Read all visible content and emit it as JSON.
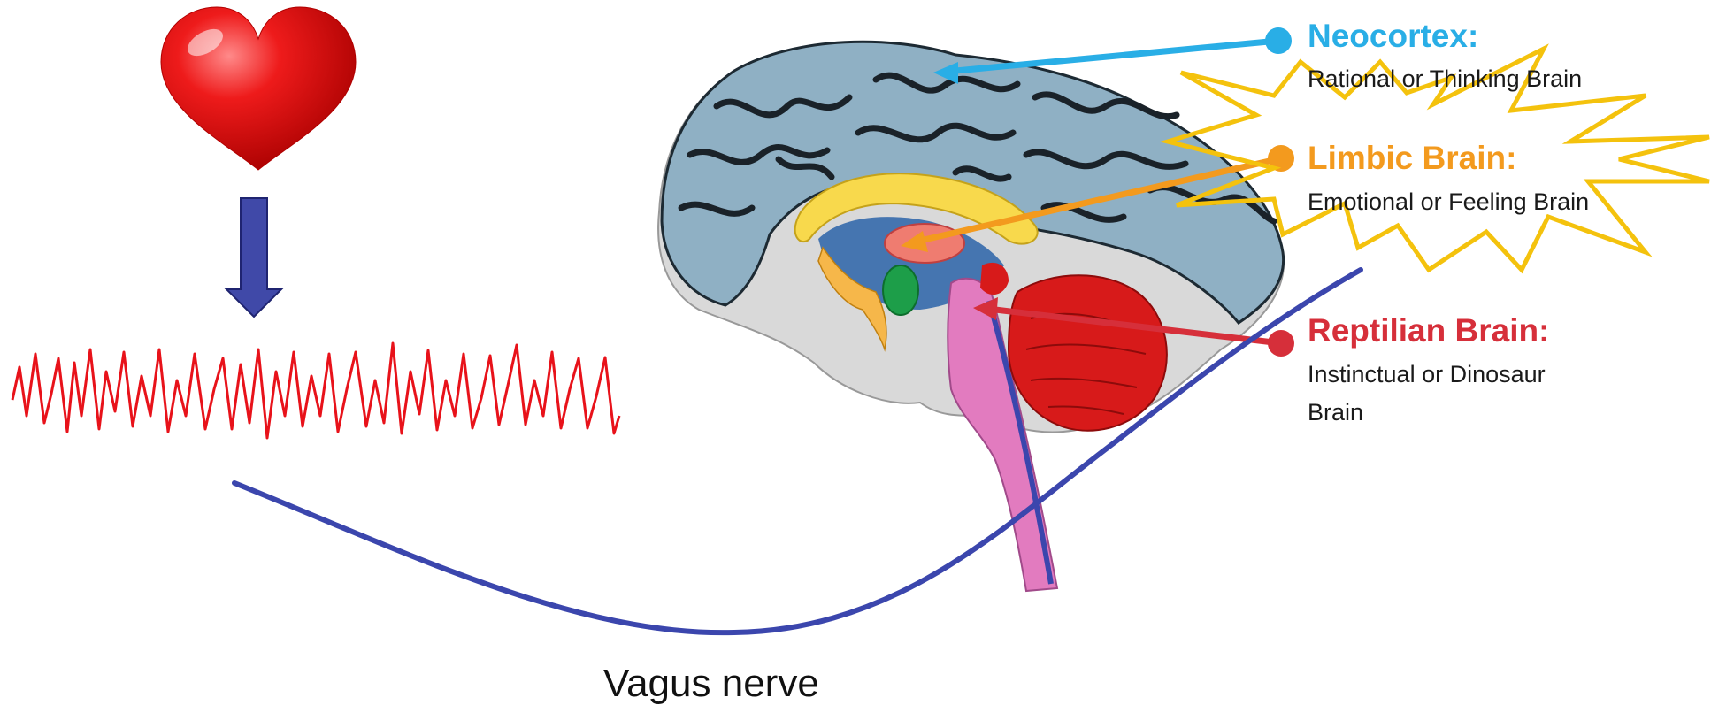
{
  "labels": {
    "neocortex": {
      "title": "Neocortex:",
      "sub": "Rational or Thinking Brain"
    },
    "limbic": {
      "title": "Limbic Brain:",
      "sub": "Emotional or Feeling Brain"
    },
    "reptilian": {
      "title": "Reptilian Brain:",
      "sub1": "Instinctual or Dinosaur",
      "sub2": "Brain"
    },
    "vagus": "Vagus nerve"
  },
  "colors": {
    "neocortex": "#29aee6",
    "limbic": "#f39a1e",
    "reptilian": "#d62f3a",
    "nerve": "#3b46ad",
    "arrow": "#3f4aa6",
    "heart": "#e8121a",
    "wave": "#e8121a",
    "burst": "#f4c20d"
  },
  "icons": [
    "heart-icon",
    "down-arrow-icon",
    "brain-illustration",
    "explosion-burst-icon"
  ]
}
